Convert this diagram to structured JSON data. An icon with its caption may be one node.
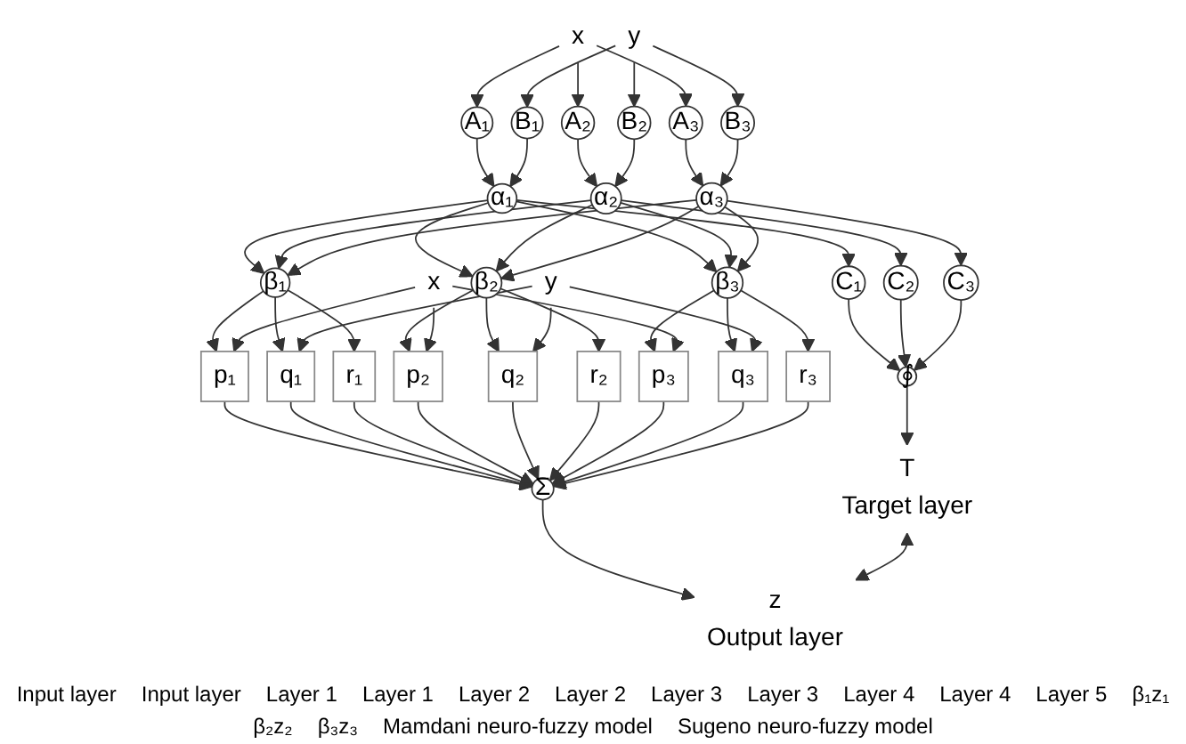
{
  "diagram": {
    "nodes": [
      {
        "text": [
          "x"
        ]
      },
      {
        "text": [
          "y"
        ]
      },
      {
        "text": [
          "A₁"
        ]
      },
      {
        "text": [
          "A₂"
        ]
      },
      {
        "text": [
          "A₃"
        ]
      },
      {
        "text": [
          "B₁"
        ]
      },
      {
        "text": [
          "B₂"
        ]
      },
      {
        "text": [
          "B₃"
        ]
      },
      {
        "text": [
          "α₁"
        ]
      },
      {
        "text": [
          "α₂"
        ]
      },
      {
        "text": [
          "α₃"
        ]
      },
      {
        "text": [
          "β₁"
        ]
      },
      {
        "text": [
          "β₂"
        ]
      },
      {
        "text": [
          "β₃"
        ]
      },
      {
        "text": [
          "C₁"
        ]
      },
      {
        "text": [
          "C₂"
        ]
      },
      {
        "text": [
          "C₃"
        ]
      },
      {
        "text": [
          "x"
        ]
      },
      {
        "text": [
          "y"
        ]
      },
      {
        "text": [
          "p₁"
        ]
      },
      {
        "text": [
          "q₁"
        ]
      },
      {
        "text": [
          "r₁"
        ]
      },
      {
        "text": [
          "p₂"
        ]
      },
      {
        "text": [
          "q₂"
        ]
      },
      {
        "text": [
          "r₂"
        ]
      },
      {
        "text": [
          "p₃"
        ]
      },
      {
        "text": [
          "q₃"
        ]
      },
      {
        "text": [
          "r₃"
        ]
      },
      {
        "text": [
          "∮"
        ]
      },
      {
        "text": [
          "T"
        ],
        "beside": [
          "Target layer"
        ]
      },
      {
        "text": [
          "z"
        ],
        "beside": [
          "Output layer"
        ]
      },
      {
        "text": [
          "Σ"
        ]
      }
    ],
    "edges": [
      {
        "from": 0,
        "to": 2,
        "arrow": "to"
      },
      {
        "from": 0,
        "to": 3,
        "arrow": "to"
      },
      {
        "from": 0,
        "to": 4,
        "arrow": "to"
      },
      {
        "from": 1,
        "to": 5,
        "arrow": "to"
      },
      {
        "from": 1,
        "to": 6,
        "arrow": "to"
      },
      {
        "from": 1,
        "to": 7,
        "arrow": "to"
      },
      {
        "from": 2,
        "to": 8,
        "arrow": "to"
      },
      {
        "from": 5,
        "to": 8,
        "arrow": "to"
      },
      {
        "from": 3,
        "to": 9,
        "arrow": "to"
      },
      {
        "from": 6,
        "to": 9,
        "arrow": "to"
      },
      {
        "from": 4,
        "to": 10,
        "arrow": "to"
      },
      {
        "from": 7,
        "to": 10,
        "arrow": "to"
      },
      {
        "from": 8,
        "to": 14,
        "arrow": "to"
      },
      {
        "from": 9,
        "to": 15,
        "arrow": "to"
      },
      {
        "from": 10,
        "to": 16,
        "arrow": "to"
      },
      {
        "from": 8,
        "to": 11,
        "arrow": "to"
      },
      {
        "from": 8,
        "to": 12,
        "arrow": "to"
      },
      {
        "from": 8,
        "to": 13,
        "arrow": "to"
      },
      {
        "from": 9,
        "to": 11,
        "arrow": "to"
      },
      {
        "from": 9,
        "to": 12,
        "arrow": "to"
      },
      {
        "from": 9,
        "to": 13,
        "arrow": "to"
      },
      {
        "from": 10,
        "to": 11,
        "arrow": "to"
      },
      {
        "from": 10,
        "to": 12,
        "arrow": "to"
      },
      {
        "from": 10,
        "to": 13,
        "arrow": "to"
      },
      {
        "from": 11,
        "to": 19,
        "arrow": "to"
      },
      {
        "from": 11,
        "to": 20,
        "arrow": "to"
      },
      {
        "from": 11,
        "to": 21,
        "arrow": "to"
      },
      {
        "from": 12,
        "to": 22,
        "arrow": "to"
      },
      {
        "from": 12,
        "to": 23,
        "arrow": "to"
      },
      {
        "from": 12,
        "to": 24,
        "arrow": "to"
      },
      {
        "from": 13,
        "to": 25,
        "arrow": "to"
      },
      {
        "from": 13,
        "to": 26,
        "arrow": "to"
      },
      {
        "from": 13,
        "to": 27,
        "arrow": "to"
      },
      {
        "from": 17,
        "to": 19,
        "arrow": "to"
      },
      {
        "from": 17,
        "to": 22,
        "arrow": "to"
      },
      {
        "from": 17,
        "to": 25,
        "arrow": "to"
      },
      {
        "from": 18,
        "to": 20,
        "arrow": "to"
      },
      {
        "from": 18,
        "to": 23,
        "arrow": "to"
      },
      {
        "from": 18,
        "to": 26,
        "arrow": "to"
      },
      {
        "from": 14,
        "to": 28,
        "arrow": "to"
      },
      {
        "from": 15,
        "to": 28,
        "arrow": "to"
      },
      {
        "from": 16,
        "to": 28,
        "arrow": "to"
      },
      {
        "from": 19,
        "to": 31,
        "arrow": "to"
      },
      {
        "from": 20,
        "to": 31,
        "arrow": "to"
      },
      {
        "from": 21,
        "to": 31,
        "arrow": "to"
      },
      {
        "from": 22,
        "to": 31,
        "arrow": "to"
      },
      {
        "from": 23,
        "to": 31,
        "arrow": "to"
      },
      {
        "from": 24,
        "to": 31,
        "arrow": "to"
      },
      {
        "from": 25,
        "to": 31,
        "arrow": "to"
      },
      {
        "from": 26,
        "to": 31,
        "arrow": "to"
      },
      {
        "from": 27,
        "to": 31,
        "arrow": "to"
      },
      {
        "from": 28,
        "to": 29,
        "arrow": "to"
      },
      {
        "from": 31,
        "to": 30,
        "arrow": "to"
      },
      {
        "from": 29,
        "to": 30,
        "arrow": "both"
      }
    ],
    "labels": [
      "Input layer",
      "Input layer",
      "Layer 1",
      "Layer 1",
      "Layer 2",
      "Layer 2",
      "Layer 3",
      "Layer 3",
      "Layer 4",
      "Layer 4",
      "Layer 5",
      "β₁z₁",
      "β₂z₂",
      "β₃z₃",
      "Mamdani neuro-fuzzy model",
      "Sugeno neuro-fuzzy model"
    ]
  }
}
